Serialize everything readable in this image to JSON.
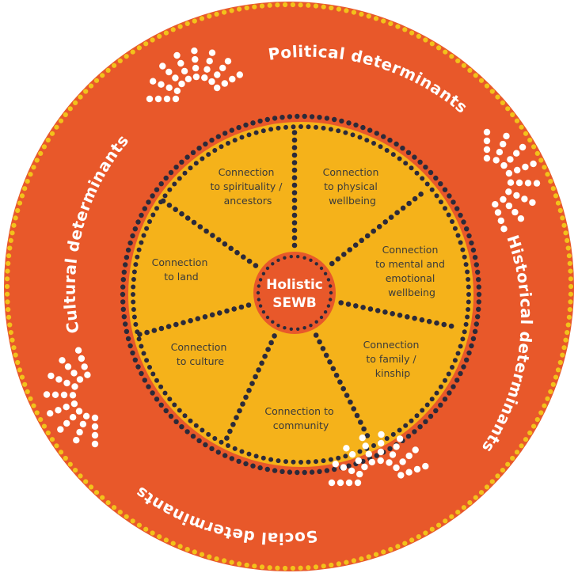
{
  "diagram": {
    "center": {
      "line1": "Holistic",
      "line2": "SEWB"
    },
    "outer_labels": {
      "political": "Political determinants",
      "historical": "Historical determinants",
      "social": "Social determinants",
      "cultural": "Cultural determinants"
    },
    "segments": {
      "spirituality": [
        "Connection",
        "to spirituality /",
        "ancestors"
      ],
      "physical": [
        "Connection",
        "to physical",
        "wellbeing"
      ],
      "mental": [
        "Connection",
        "to mental and",
        "emotional",
        "wellbeing"
      ],
      "family": [
        "Connection",
        "to family /",
        "kinship"
      ],
      "community": [
        "Connection to",
        "community"
      ],
      "culture": [
        "Connection",
        "to culture"
      ],
      "land": [
        "Connection",
        "to land"
      ]
    },
    "colors": {
      "outer_ring": "#E8582A",
      "inner_disc": "#F5B21A",
      "center": "#E8582A",
      "dots_dark": "#2B2A3A",
      "dots_light": "#ffffff",
      "rim_dots": "#F2C21B"
    }
  }
}
